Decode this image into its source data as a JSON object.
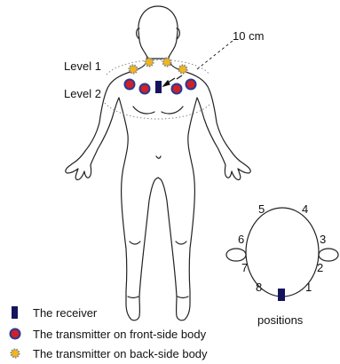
{
  "labels": {
    "distance": "10 cm",
    "level1": "Level 1",
    "level2": "Level 2"
  },
  "positions": {
    "numbers": [
      "1",
      "2",
      "3",
      "4",
      "5",
      "6",
      "7",
      "8"
    ],
    "caption": "positions"
  },
  "legend": {
    "receiver": "The receiver",
    "front_transmitter": "The transmitter on front-side body",
    "back_transmitter": "The transmitter on back-side body"
  },
  "colors": {
    "receiver": "#14145c",
    "front_fill": "#d0202a",
    "front_ring": "#2b3a8f",
    "back_fill": "#f2b51a",
    "outline": "#222222"
  }
}
